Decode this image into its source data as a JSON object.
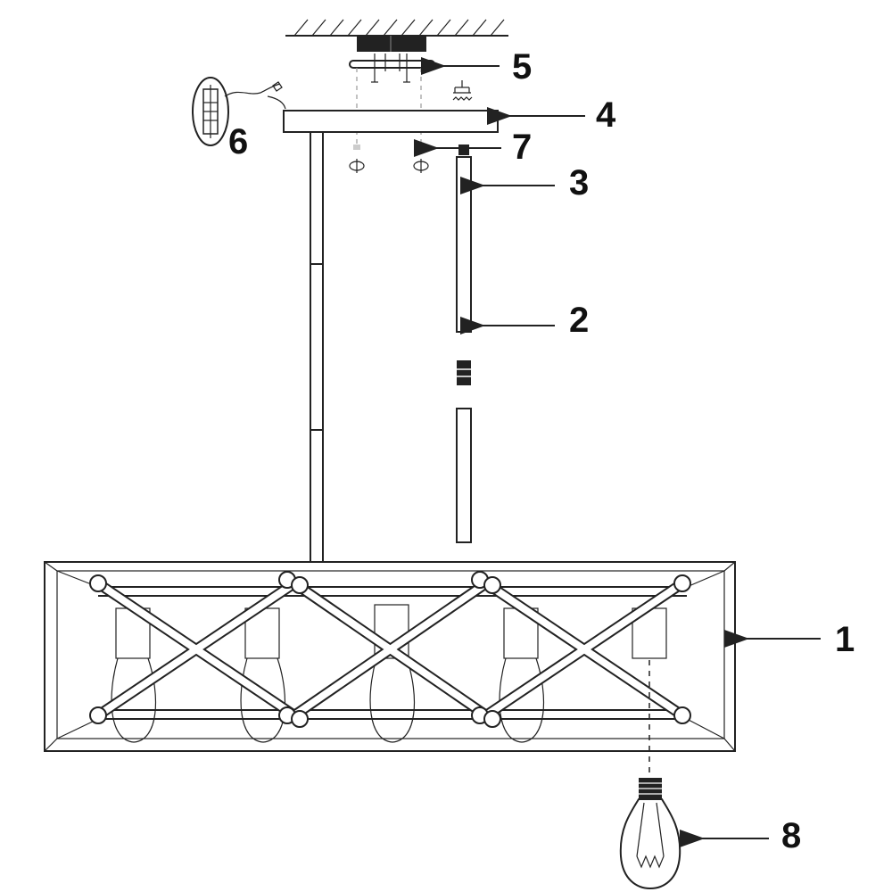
{
  "callouts": [
    {
      "id": "frame",
      "label": "1"
    },
    {
      "id": "rod-lower",
      "label": "2"
    },
    {
      "id": "rod-upper",
      "label": "3"
    },
    {
      "id": "canopy",
      "label": "4"
    },
    {
      "id": "mounting-bracket",
      "label": "5"
    },
    {
      "id": "wire-connector",
      "label": "6"
    },
    {
      "id": "canopy-nut",
      "label": "7"
    },
    {
      "id": "bulb",
      "label": "8"
    }
  ],
  "colors": {
    "line": "#222222",
    "ceiling_block": "#222222",
    "background": "#ffffff"
  }
}
